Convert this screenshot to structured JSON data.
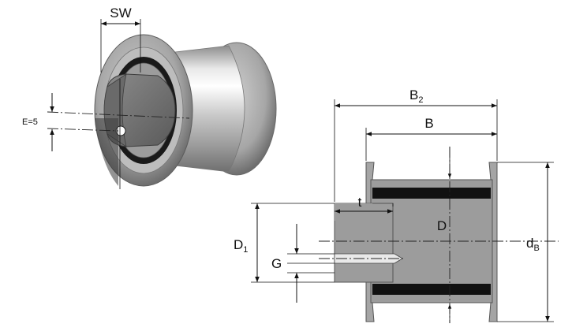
{
  "figure": {
    "pictorial_labels": {
      "sw": "SW",
      "e": "E=5"
    },
    "section_labels": {
      "b2": "B",
      "b2_sub": "2",
      "b": "B",
      "t": "t",
      "d": "D",
      "d1": "D",
      "d1_sub": "1",
      "g": "G",
      "db": "d",
      "db_sub": "B"
    },
    "colors": {
      "body_gray": "#9a9a9a",
      "seal_black": "#111111",
      "outline": "#555555"
    }
  }
}
